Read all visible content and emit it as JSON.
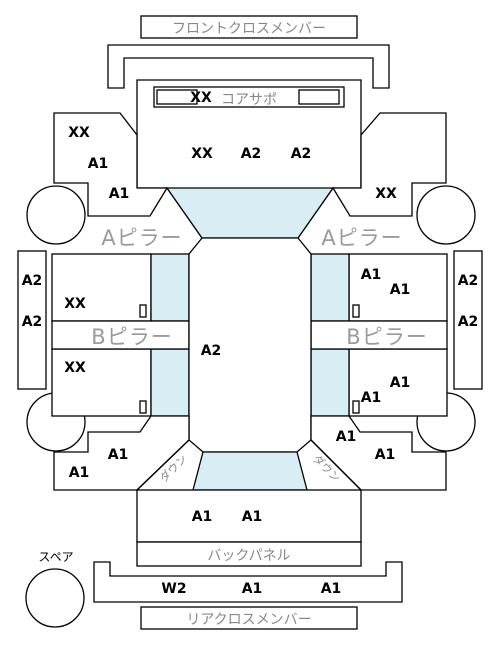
{
  "labels": {
    "front_cross_member": "フロントクロスメンバー",
    "core_support": "コアサポ",
    "a_pillar_left": "Aピラー",
    "a_pillar_right": "Aピラー",
    "b_pillar_left": "Bピラー",
    "b_pillar_right": "Bピラー",
    "back_panel": "バックパネル",
    "rear_cross_member": "リアクロスメンバー",
    "spare": "スペア",
    "diag_left": "ダウン",
    "diag_right": "ダウン"
  },
  "codes": {
    "core_support": "XX",
    "front_left_1": "XX",
    "front_left_2": "A1",
    "front_left_3": "A1",
    "hood_1": "XX",
    "hood_2": "A2",
    "hood_3": "A2",
    "front_right": "XX",
    "left_rocker_1": "A2",
    "left_rocker_2": "A2",
    "left_front_door": "XX",
    "left_rear_door": "XX",
    "roof": "A2",
    "right_front_door_1": "A1",
    "right_front_door_2": "A1",
    "right_rocker_1": "A2",
    "right_rocker_2": "A2",
    "right_rear_door_1": "A1",
    "right_rear_door_2": "A1",
    "rear_left_1": "A1",
    "rear_left_2": "A1",
    "rear_right_1": "A1",
    "rear_right_2": "A1",
    "trunk_1": "A1",
    "trunk_2": "A1",
    "rear_member_1": "W2",
    "rear_member_2": "A1",
    "rear_member_3": "A1"
  }
}
